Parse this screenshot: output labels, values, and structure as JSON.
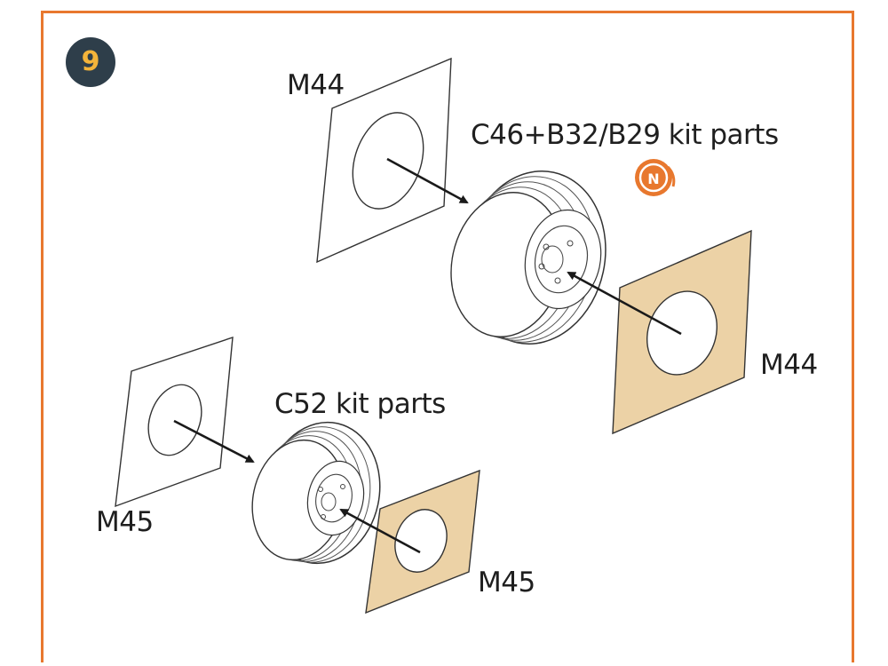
{
  "step": {
    "number": "9"
  },
  "parts": {
    "main_wheel_label": "C46+B32/B29 kit parts",
    "nose_wheel_label": "C52 kit parts"
  },
  "masks": {
    "main_outer": "M44",
    "main_inner": "M44",
    "nose_outer": "M45",
    "nose_inner": "M45"
  },
  "colors": {
    "frame": "#e8782e",
    "badge_bg": "#2e3e4a",
    "badge_text": "#f4b43a",
    "mask_fill": "#ecd2a6",
    "line": "#1a1a1a",
    "icon": "#e8782e"
  },
  "icons": {
    "step_badge": "step-number-badge",
    "nose_marker": "orange-circle-N-icon"
  }
}
